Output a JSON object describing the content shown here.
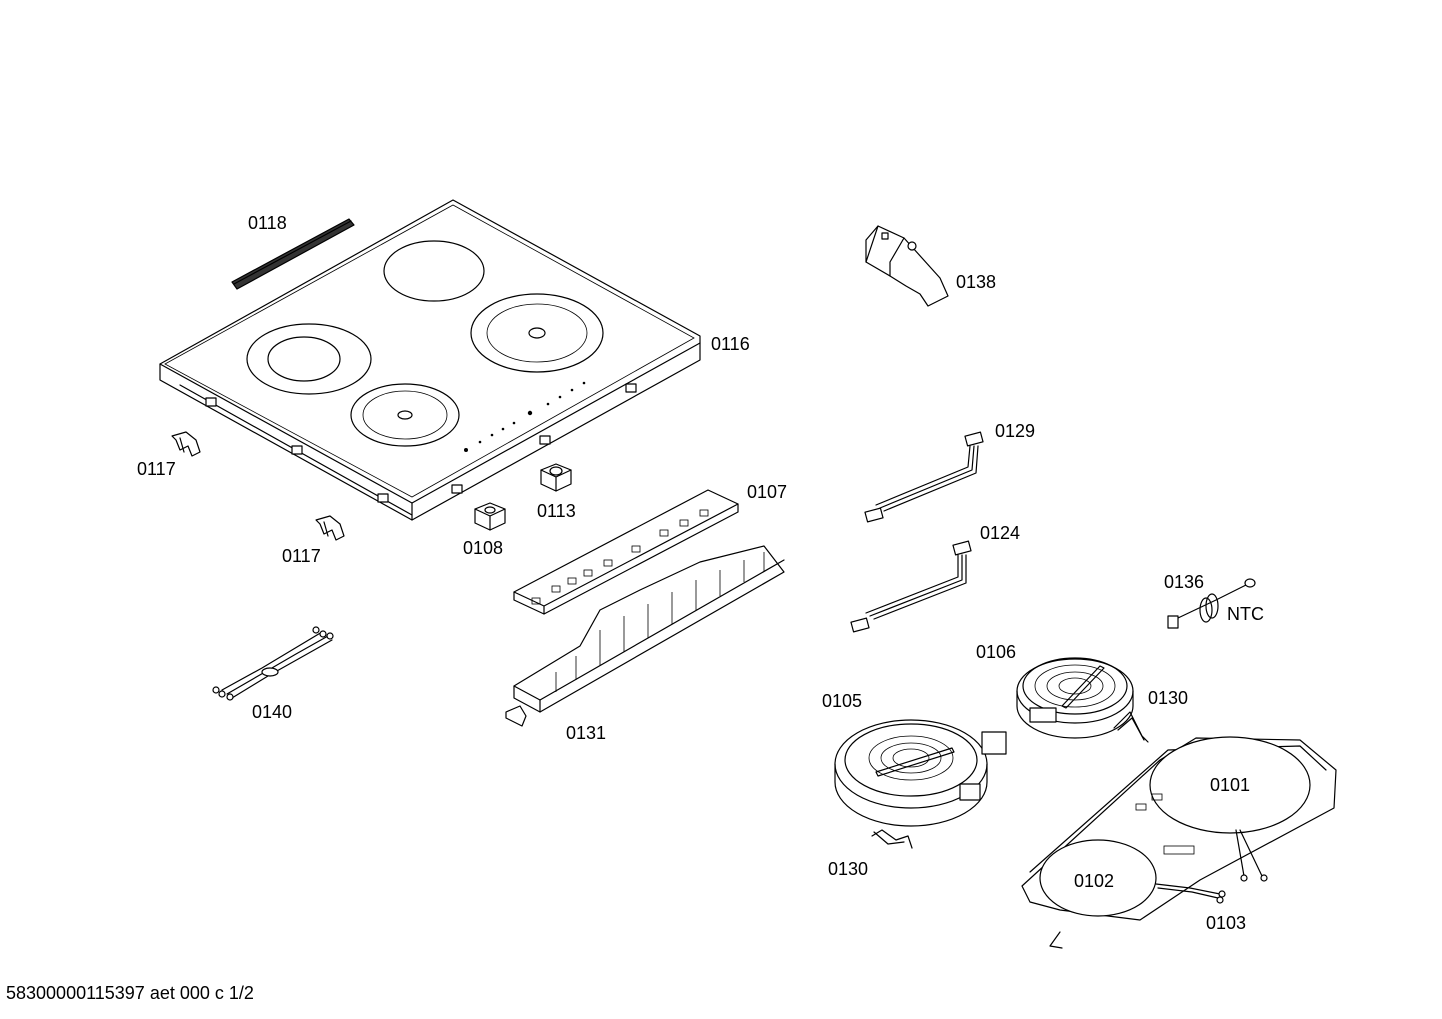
{
  "diagram": {
    "callouts": [
      {
        "id": "0118",
        "text": "0118"
      },
      {
        "id": "0116",
        "text": "0116"
      },
      {
        "id": "0117a",
        "text": "0117"
      },
      {
        "id": "0117b",
        "text": "0117"
      },
      {
        "id": "0113",
        "text": "0113"
      },
      {
        "id": "0108",
        "text": "0108"
      },
      {
        "id": "0107",
        "text": "0107"
      },
      {
        "id": "0140",
        "text": "0140"
      },
      {
        "id": "0131",
        "text": "0131"
      },
      {
        "id": "0138",
        "text": "0138"
      },
      {
        "id": "0129",
        "text": "0129"
      },
      {
        "id": "0124",
        "text": "0124"
      },
      {
        "id": "0136",
        "text": "0136"
      },
      {
        "id": "ntc",
        "text": "NTC"
      },
      {
        "id": "0106",
        "text": "0106"
      },
      {
        "id": "0130a",
        "text": "0130"
      },
      {
        "id": "0105",
        "text": "0105"
      },
      {
        "id": "0101",
        "text": "0101"
      },
      {
        "id": "0130b",
        "text": "0130"
      },
      {
        "id": "0102",
        "text": "0102"
      },
      {
        "id": "0103",
        "text": "0103"
      }
    ],
    "footer": "58300000115397 aet 000 c 1/2"
  }
}
